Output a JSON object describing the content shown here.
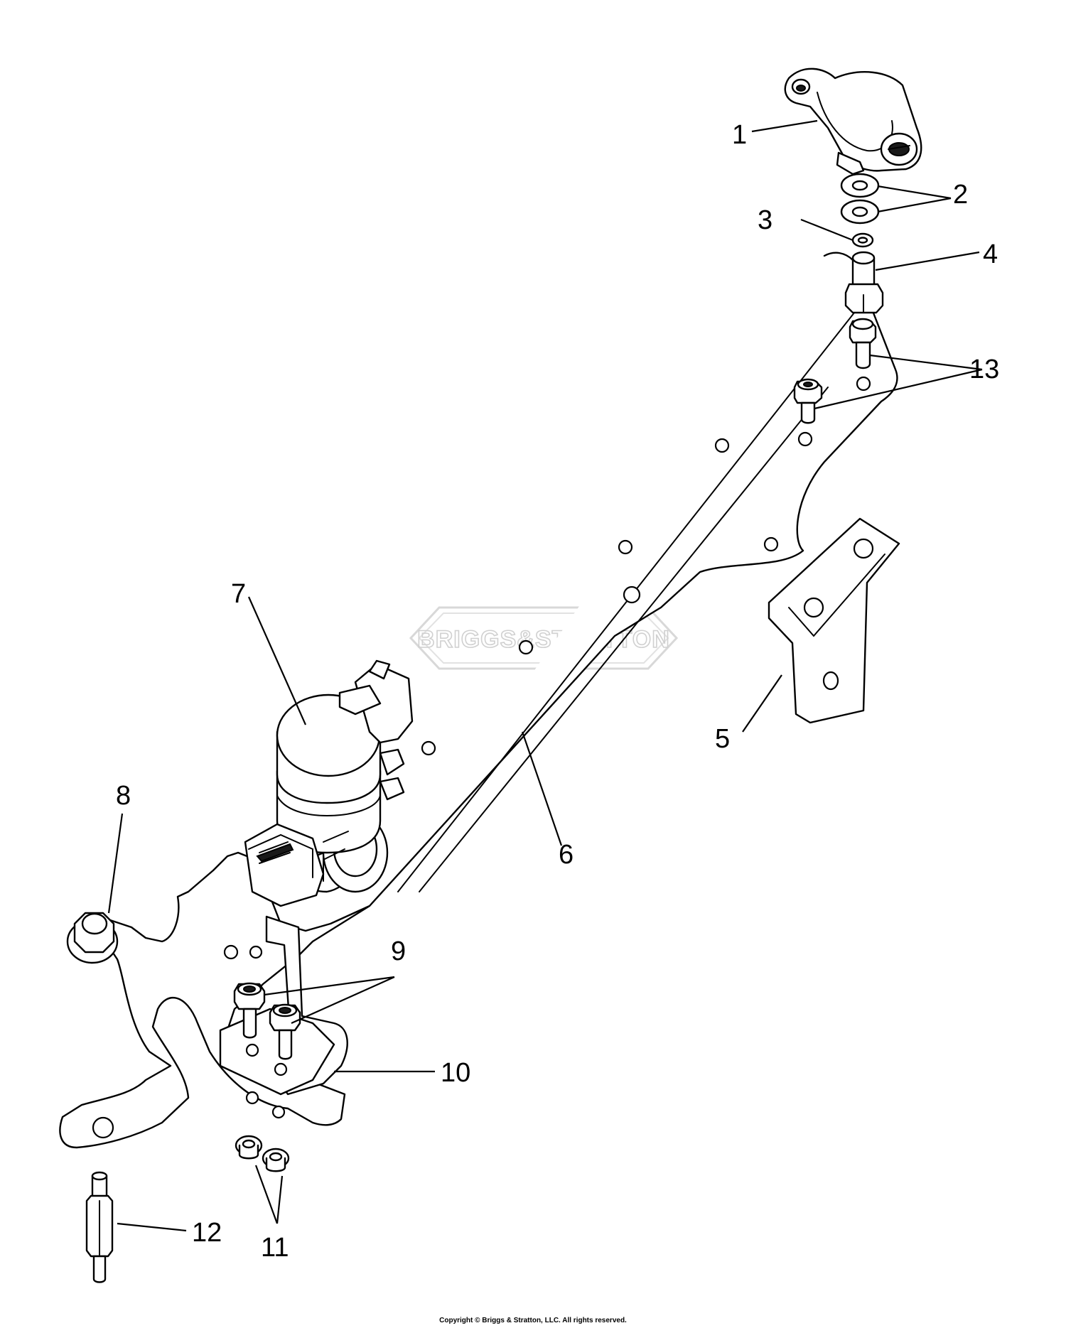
{
  "callouts": {
    "c1": "1",
    "c2": "2",
    "c3": "3",
    "c4": "4",
    "c5": "5",
    "c6": "6",
    "c7": "7",
    "c8": "8",
    "c9": "9",
    "c10": "10",
    "c11": "11",
    "c12": "12",
    "c13": "13"
  },
  "watermark": {
    "brand": "BRIGGS&STRATTON"
  },
  "footer": {
    "copyright": "Copyright © Briggs & Stratton, LLC. All rights reserved."
  },
  "colors": {
    "line": "#000000",
    "background": "#ffffff",
    "watermark": "#d0d0d0"
  }
}
